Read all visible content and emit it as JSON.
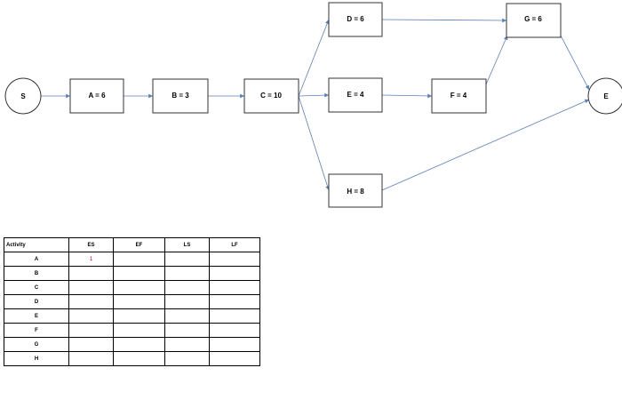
{
  "network": {
    "nodes": {
      "S": "S",
      "A": "A = 6",
      "B": "B = 3",
      "C": "C = 10",
      "D": "D = 6",
      "E_task": "E = 4",
      "F": "F = 4",
      "G": "G = 6",
      "H": "H = 8",
      "End": "E"
    },
    "edge_color": "#5b7fb4",
    "edges": [
      [
        "S",
        "A"
      ],
      [
        "A",
        "B"
      ],
      [
        "B",
        "C"
      ],
      [
        "C",
        "D"
      ],
      [
        "C",
        "E_task"
      ],
      [
        "C",
        "H"
      ],
      [
        "D",
        "G"
      ],
      [
        "E_task",
        "F"
      ],
      [
        "F",
        "G"
      ],
      [
        "G",
        "End"
      ],
      [
        "H",
        "End"
      ]
    ]
  },
  "table": {
    "headers": [
      "Activity",
      "ES",
      "EF",
      "LS",
      "LF"
    ],
    "rows": [
      {
        "activity": "A",
        "es": "1",
        "ef": "",
        "ls": "",
        "lf": ""
      },
      {
        "activity": "B",
        "es": "",
        "ef": "",
        "ls": "",
        "lf": ""
      },
      {
        "activity": "C",
        "es": "",
        "ef": "",
        "ls": "",
        "lf": ""
      },
      {
        "activity": "D",
        "es": "",
        "ef": "",
        "ls": "",
        "lf": ""
      },
      {
        "activity": "E",
        "es": "",
        "ef": "",
        "ls": "",
        "lf": ""
      },
      {
        "activity": "F",
        "es": "",
        "ef": "",
        "ls": "",
        "lf": ""
      },
      {
        "activity": "G",
        "es": "",
        "ef": "",
        "ls": "",
        "lf": ""
      },
      {
        "activity": "H",
        "es": "",
        "ef": "",
        "ls": "",
        "lf": ""
      }
    ]
  }
}
